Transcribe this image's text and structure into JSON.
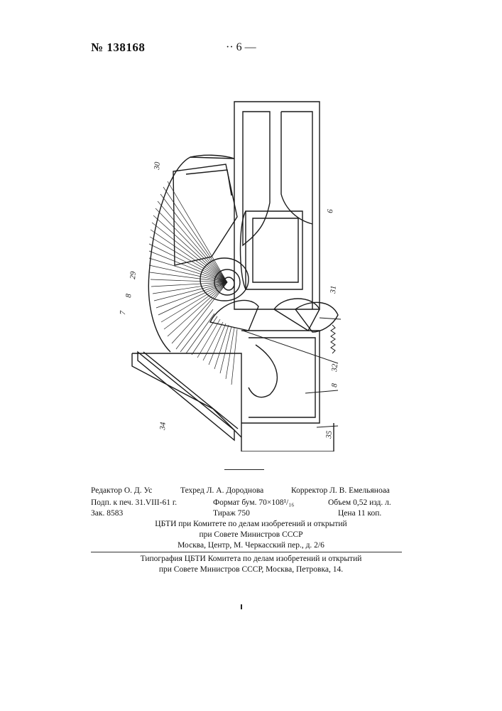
{
  "header": {
    "patent_number": "№ 138168",
    "page_number": "·· 6 —"
  },
  "figure": {
    "labels": [
      "30",
      "6",
      "29",
      "8",
      "7",
      "31",
      "32",
      "8",
      "34",
      "35"
    ]
  },
  "imprint": {
    "row1": {
      "editor": "Редактор О. Д. Ус",
      "techred": "Техред Л. А. Дороднова",
      "corrector": "Корректор Л. В. Емельяноаа"
    },
    "row2": {
      "signed": "Подп. к печ. 31.VIII-61 г.",
      "format": "Формат бум. 70×108¹/₁₆",
      "volume": "Объем 0,52 изд. л."
    },
    "row3": {
      "order": "Зак. 8583",
      "circulation": "Тираж 750",
      "price": "Цена 11 коп."
    },
    "publisher": [
      "ЦБТИ при Комитете по делам изобретений и открытий",
      "при Совете Министров СССР",
      "Москва, Центр, М. Черкасский пер., д. 2/6"
    ],
    "printer": [
      "Типография ЦБТИ Комитета по делам изобретений и открытий",
      "при Совете Министров СССР, Москва, Петровка, 14."
    ]
  }
}
